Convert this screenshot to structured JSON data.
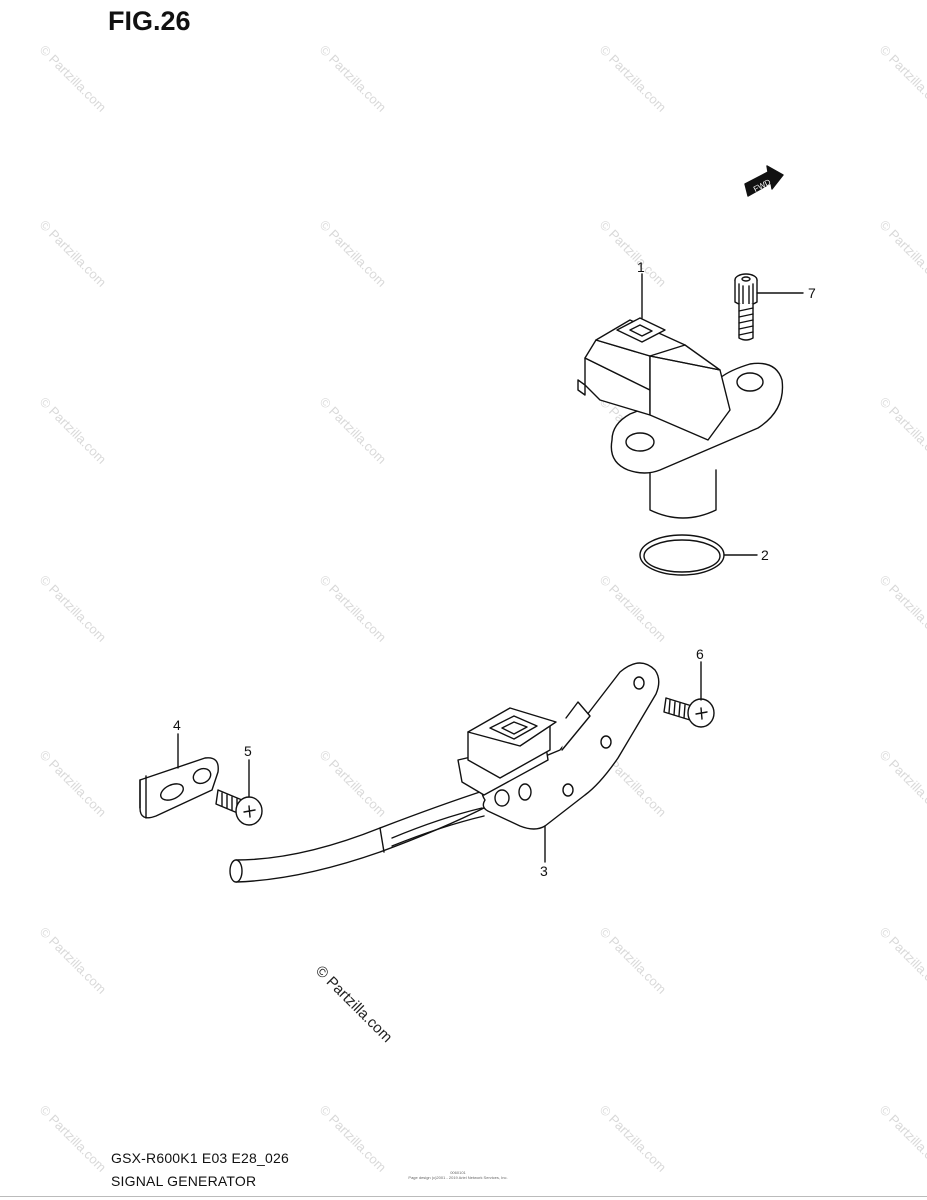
{
  "figure": {
    "title": "FIG.26",
    "code": "GSX-R600K1 E03 E28_026",
    "name": "SIGNAL GENERATOR",
    "copyright": "© Partzilla.com",
    "watermark": "© Partzilla.com",
    "fwd_label": "FWD",
    "tiny_note_top": "0060101",
    "tiny_note_bottom": "Page design (c)2001 - 2019 Ariel Network Services, Inc."
  },
  "callouts": [
    {
      "id": "1",
      "label": "1"
    },
    {
      "id": "2",
      "label": "2"
    },
    {
      "id": "3",
      "label": "3"
    },
    {
      "id": "4",
      "label": "4"
    },
    {
      "id": "5",
      "label": "5"
    },
    {
      "id": "6",
      "label": "6"
    },
    {
      "id": "7",
      "label": "7"
    }
  ],
  "colors": {
    "line": "#111111",
    "fill": "#ffffff",
    "watermark": "#d9d9d9"
  }
}
